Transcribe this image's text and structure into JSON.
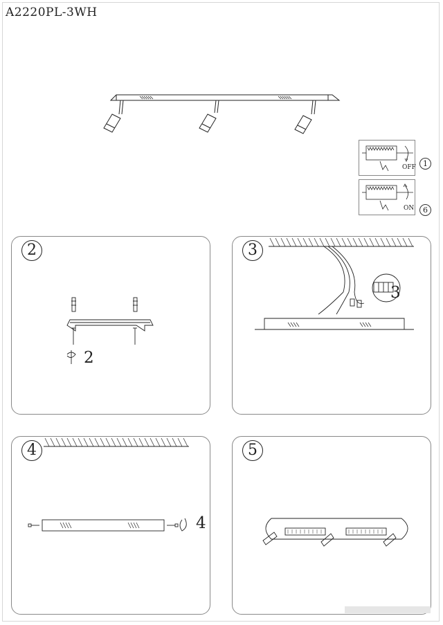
{
  "document": {
    "model_code": "A2220PL-3WH"
  },
  "power": {
    "off": {
      "label": "OFF",
      "step": "1"
    },
    "on": {
      "label": "ON",
      "step": "6"
    }
  },
  "steps": [
    {
      "number": "2",
      "callout": "2"
    },
    {
      "number": "3",
      "callout": "3"
    },
    {
      "number": "4",
      "callout": "4"
    },
    {
      "number": "5",
      "callout": ""
    }
  ],
  "colors": {
    "line": "#222222",
    "panel_border": "#888888"
  }
}
